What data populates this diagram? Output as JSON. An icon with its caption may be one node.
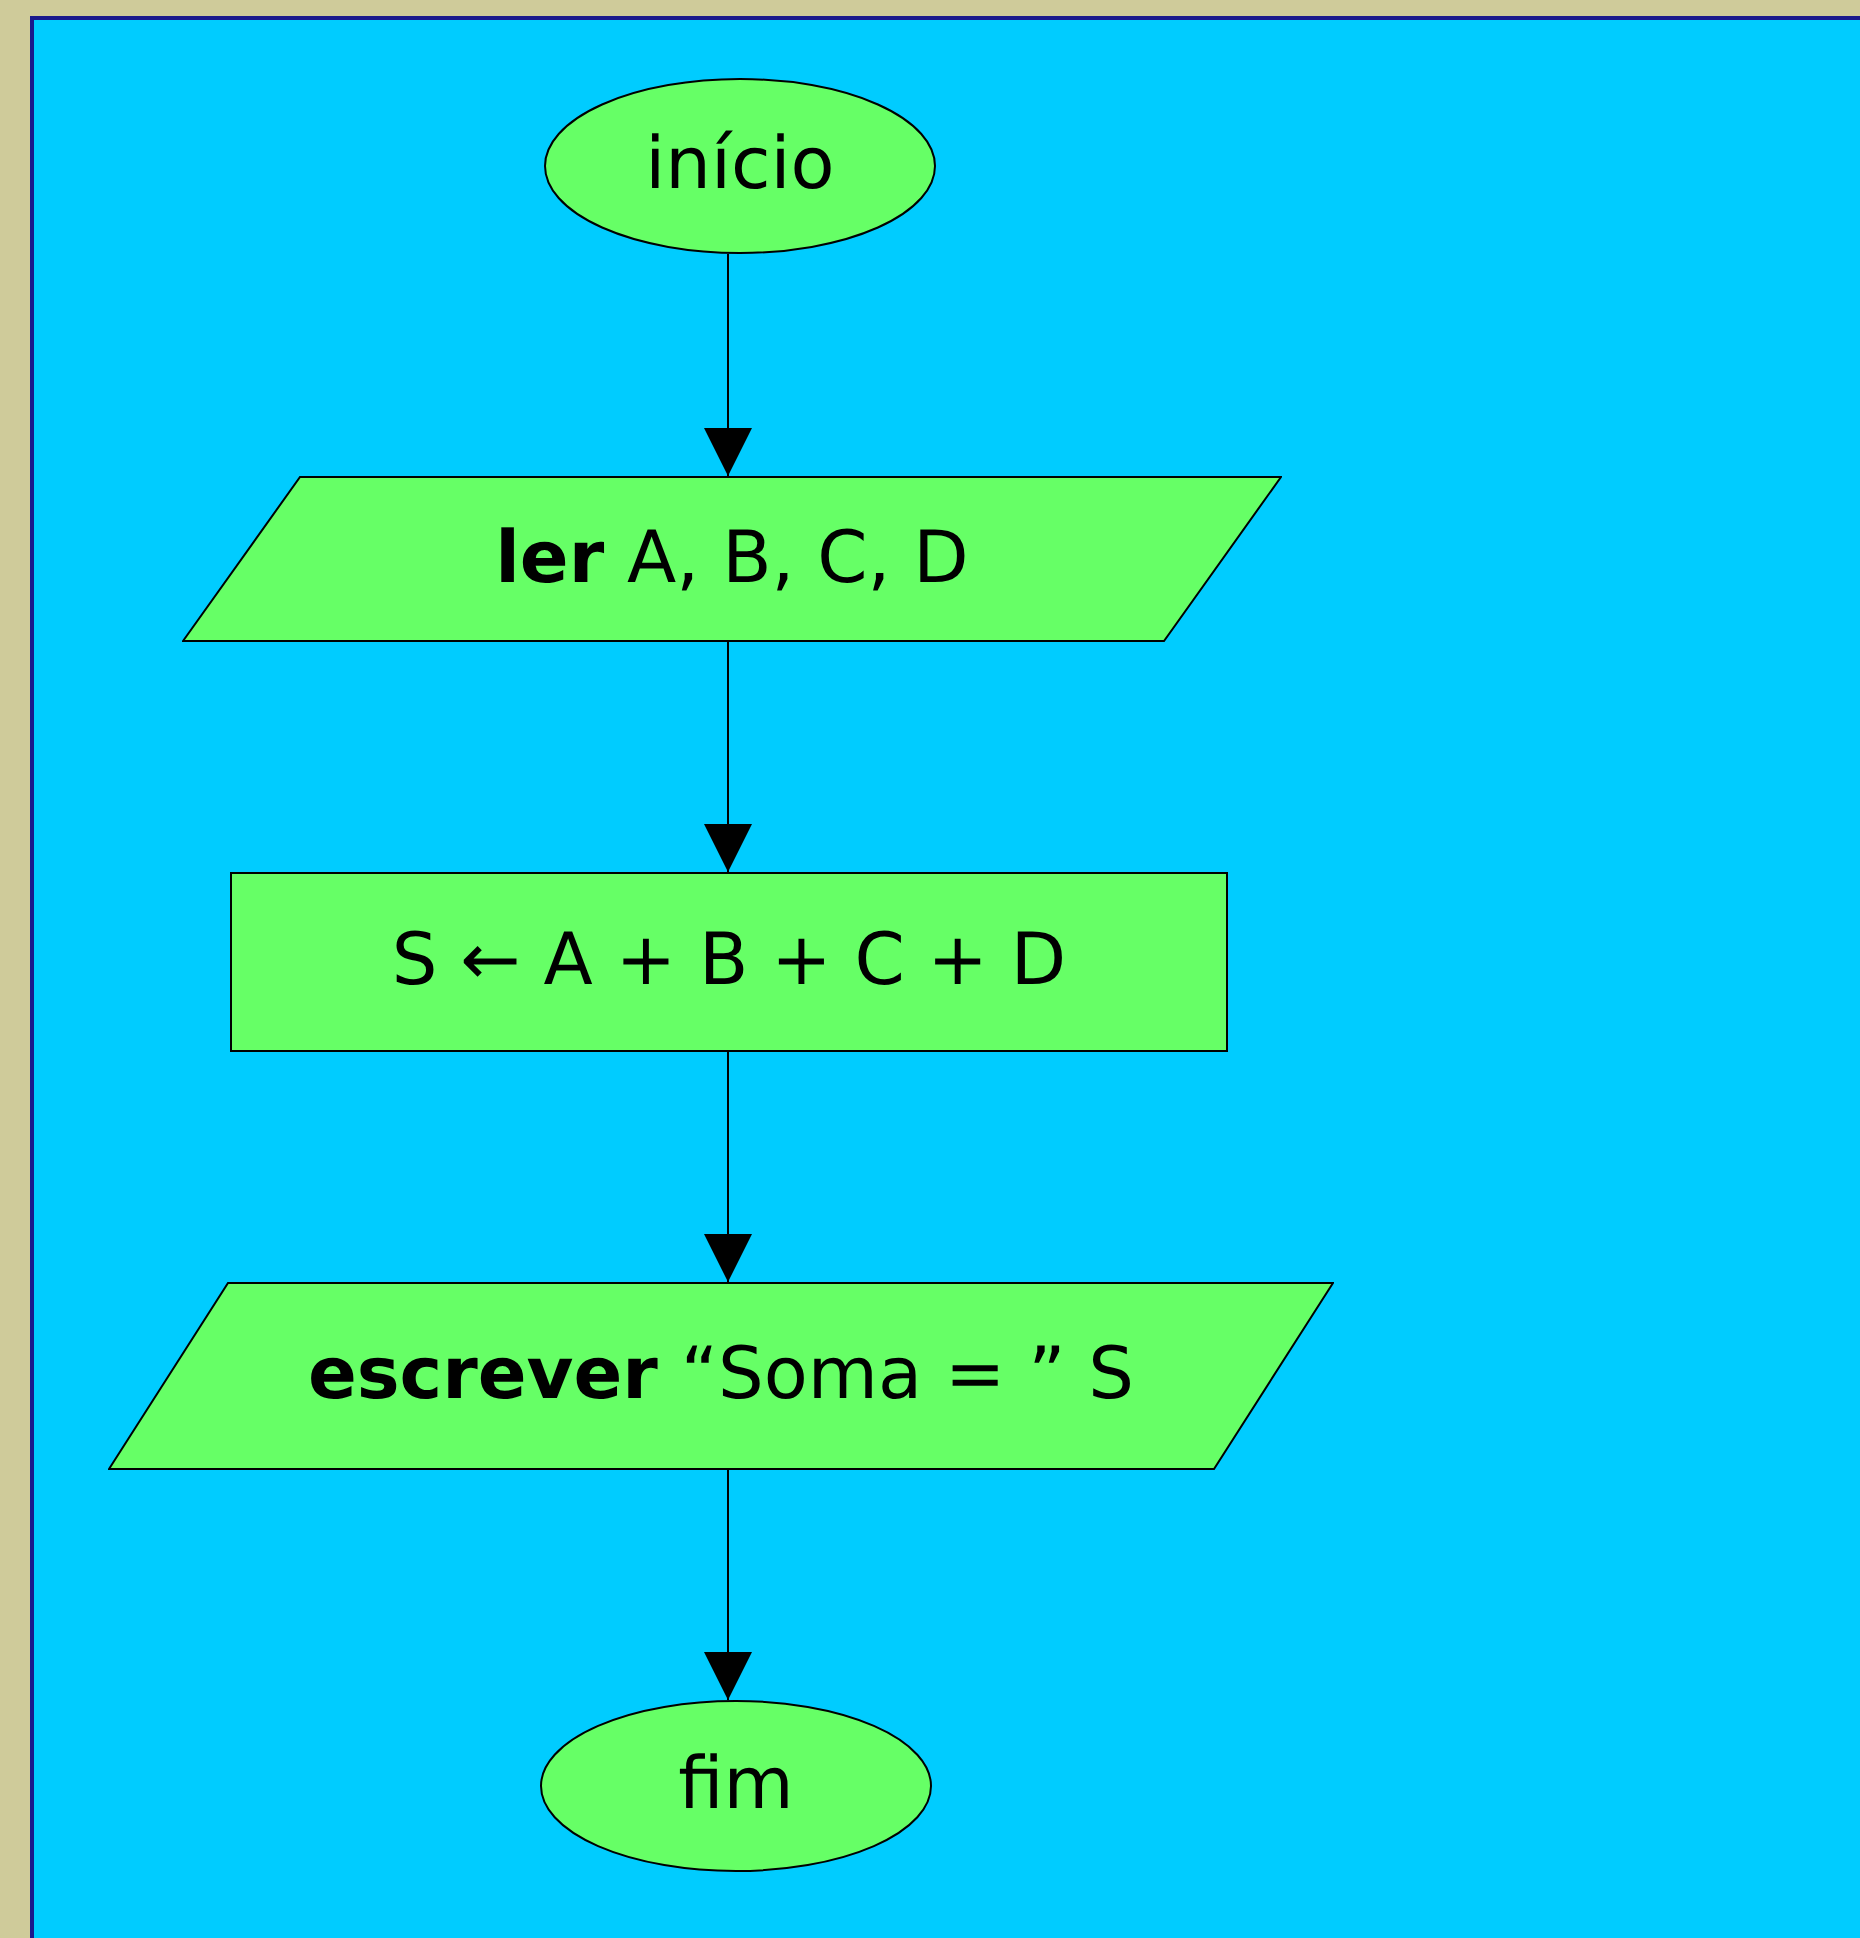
{
  "diagram": {
    "nodes": [
      {
        "text": [
          "início"
        ]
      },
      {
        "text": [
          "**ler** A, B, C, D"
        ]
      },
      {
        "text": [
          "S ← A + B + C + D"
        ]
      },
      {
        "text": [
          "**escrever** “Soma = ” S"
        ]
      },
      {
        "text": [
          "fim"
        ]
      }
    ],
    "edges": [
      {
        "from": 0,
        "to": 1,
        "arrow": "to"
      },
      {
        "from": 1,
        "to": 2,
        "arrow": "to"
      },
      {
        "from": 2,
        "to": 3,
        "arrow": "to"
      },
      {
        "from": 3,
        "to": 4,
        "arrow": "to"
      }
    ]
  }
}
